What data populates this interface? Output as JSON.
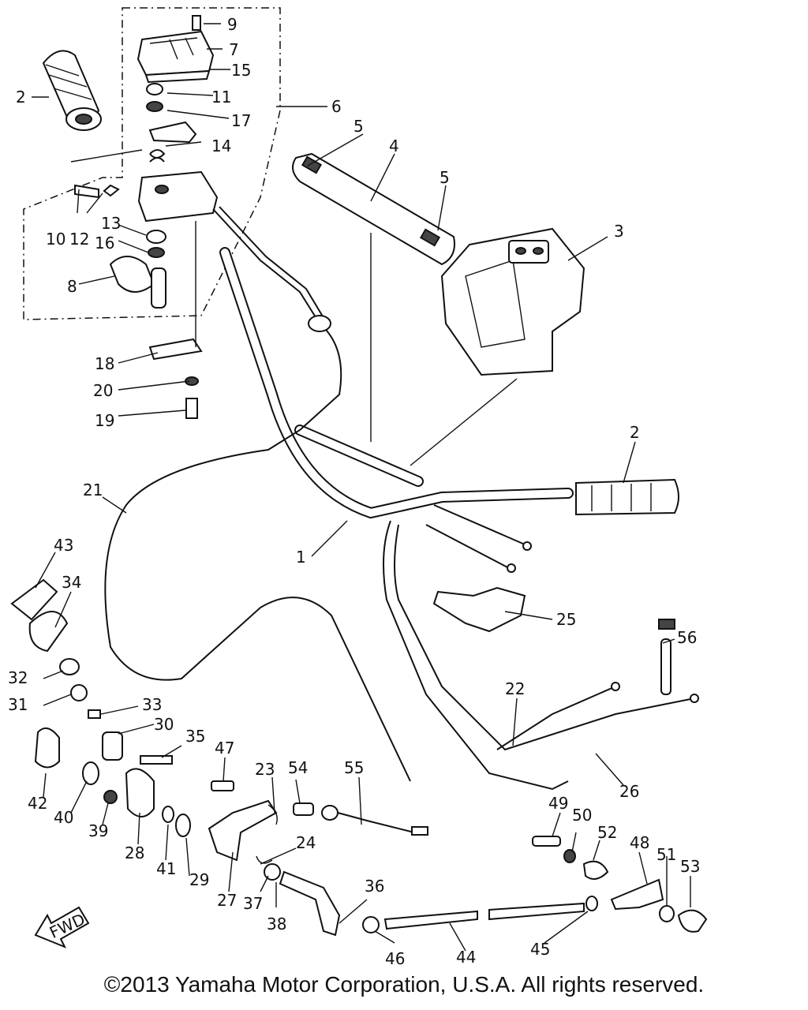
{
  "callouts": [
    "1",
    "2",
    "2",
    "3",
    "4",
    "5",
    "5",
    "6",
    "7",
    "8",
    "9",
    "10",
    "11",
    "12",
    "13",
    "14",
    "15",
    "16",
    "17",
    "18",
    "19",
    "20",
    "21",
    "22",
    "23",
    "24",
    "25",
    "26",
    "27",
    "28",
    "29",
    "30",
    "31",
    "32",
    "33",
    "34",
    "35",
    "36",
    "37",
    "38",
    "39",
    "40",
    "41",
    "42",
    "43",
    "44",
    "45",
    "46",
    "47",
    "48",
    "49",
    "50",
    "51",
    "52",
    "53",
    "54",
    "55",
    "56"
  ],
  "fwd_label": "FWD",
  "copyright": "©2013 Yamaha Motor Corporation, U.S.A. All rights reserved."
}
